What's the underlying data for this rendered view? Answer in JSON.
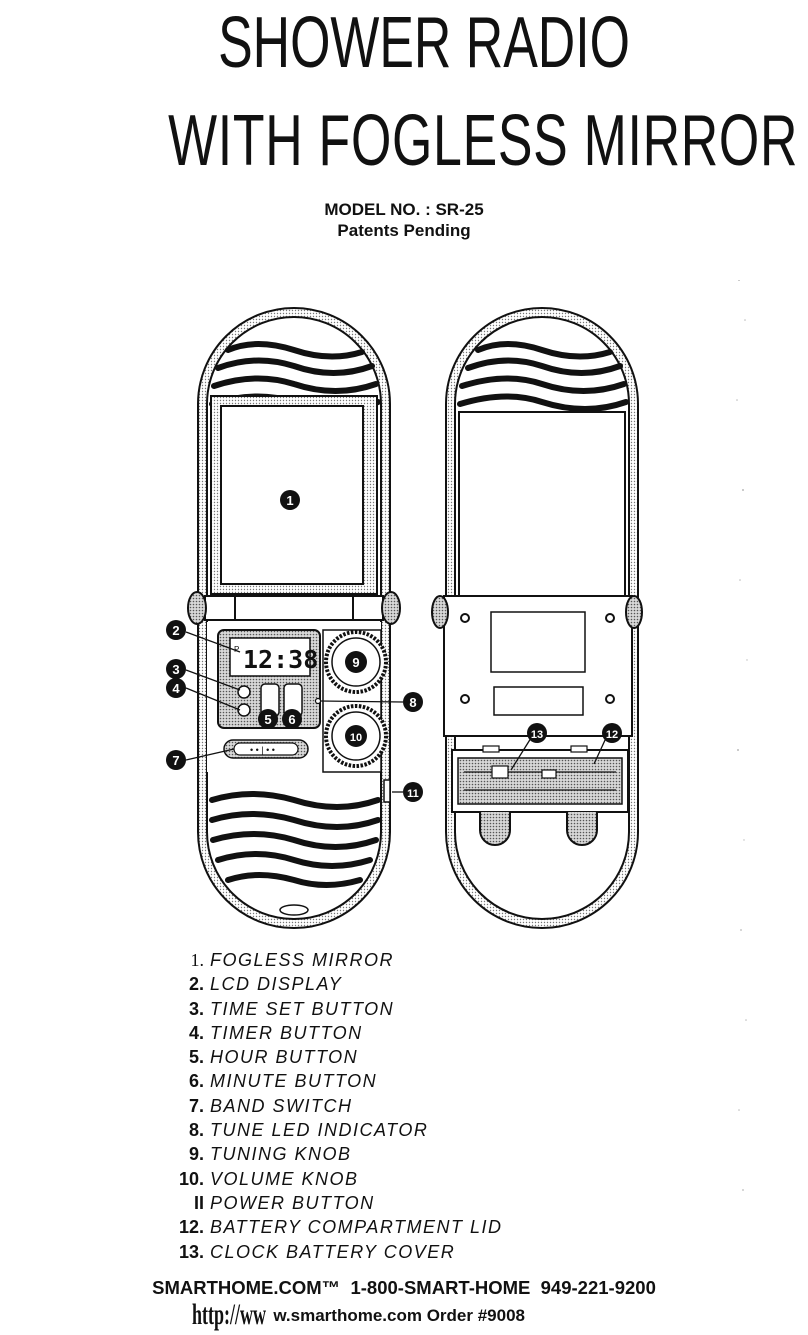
{
  "header": {
    "title_line1": "SHOWER RADIO",
    "title_line2": "WITH FOGLESS MIRROR",
    "model": "MODEL NO. : SR-25",
    "patents": "Patents Pending"
  },
  "diagram": {
    "lcd_time": "12:38",
    "lcd_mark": "P",
    "band_switch_marks": "• • | • •",
    "callouts": [
      "1",
      "2",
      "3",
      "4",
      "5",
      "6",
      "7",
      "8",
      "9",
      "10",
      "11",
      "12",
      "13"
    ]
  },
  "parts": [
    {
      "num": "1.",
      "name": "FOGLESS MIRROR"
    },
    {
      "num": "2.",
      "name": "LCD DISPLAY"
    },
    {
      "num": "3.",
      "name": "TIME SET BUTTON"
    },
    {
      "num": "4.",
      "name": "TIMER BUTTON"
    },
    {
      "num": "5.",
      "name": "HOUR BUTTON"
    },
    {
      "num": "6.",
      "name": "MINUTE BUTTON"
    },
    {
      "num": "7.",
      "name": "BAND SWITCH"
    },
    {
      "num": "8.",
      "name": "TUNE LED INDICATOR"
    },
    {
      "num": "9.",
      "name": "TUNING KNOB"
    },
    {
      "num": "10.",
      "name": "VOLUME KNOB"
    },
    {
      "num": "II",
      "name": "POWER BUTTON"
    },
    {
      "num": "12.",
      "name": "BATTERY COMPARTMENT LID"
    },
    {
      "num": "13.",
      "name": "CLOCK BATTERY COVER"
    }
  ],
  "footer": {
    "line1": "SMARTHOME.COM™  1-800-SMART-HOME  949-221-9200",
    "url_scheme": "http://ww",
    "url_rest": "w.smarthome.com  Order #9008"
  }
}
